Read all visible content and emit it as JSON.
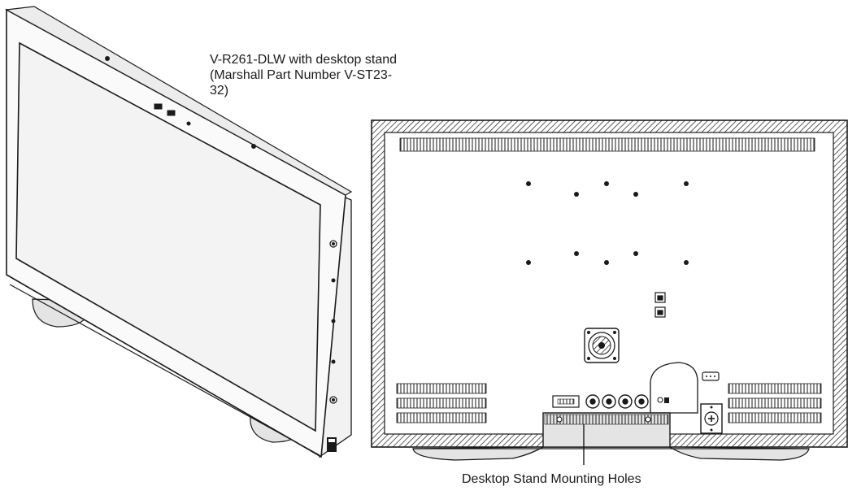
{
  "figure": {
    "caption_lines": [
      "V-R261-DLW with desktop stand",
      "(Marshall Part Number V-ST23-",
      "32)"
    ],
    "callout_label": "Desktop Stand Mounting Holes"
  },
  "colors": {
    "line": "#1a1a1a",
    "screen": "#f3f3f3",
    "stand": "#e4e4e4"
  }
}
